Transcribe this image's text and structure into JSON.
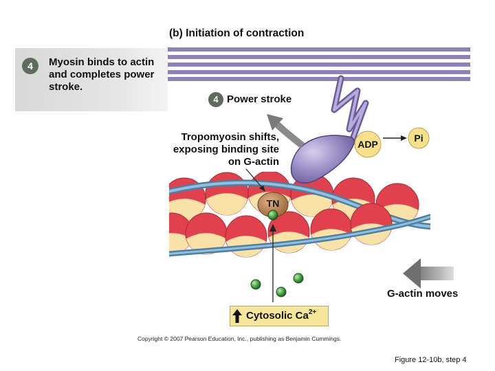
{
  "title": "(b) Initiation of contraction",
  "step": {
    "number": "4",
    "text": "Myosin binds to actin and completes power stroke."
  },
  "power_stroke": {
    "number": "4",
    "label": "Power stroke"
  },
  "tropomyosin_label": "Tropomyosin shifts, exposing binding site on G-actin",
  "adp_label": "ADP",
  "pi_label": "Pi",
  "tn_label": "TN",
  "gactin_label": "G-actin moves",
  "cytosolic": {
    "label": "Cytosolic Ca",
    "superscript": "2+"
  },
  "copyright": "Copyright © 2007 Pearson Education, Inc., publishing as Benjamin Cummings.",
  "figure_caption": "Figure 12-10b, step 4",
  "colors": {
    "thick_filament": "#8e80b8",
    "myosin_head": "#8a7db3",
    "actin_red": "#e0414c",
    "actin_cream": "#f8e2a8",
    "tropomyosin": "#6f9fc0",
    "calcium": "#3a9a3a",
    "adp_pi": "#f6e08a",
    "troponin": "#b07a4a"
  }
}
